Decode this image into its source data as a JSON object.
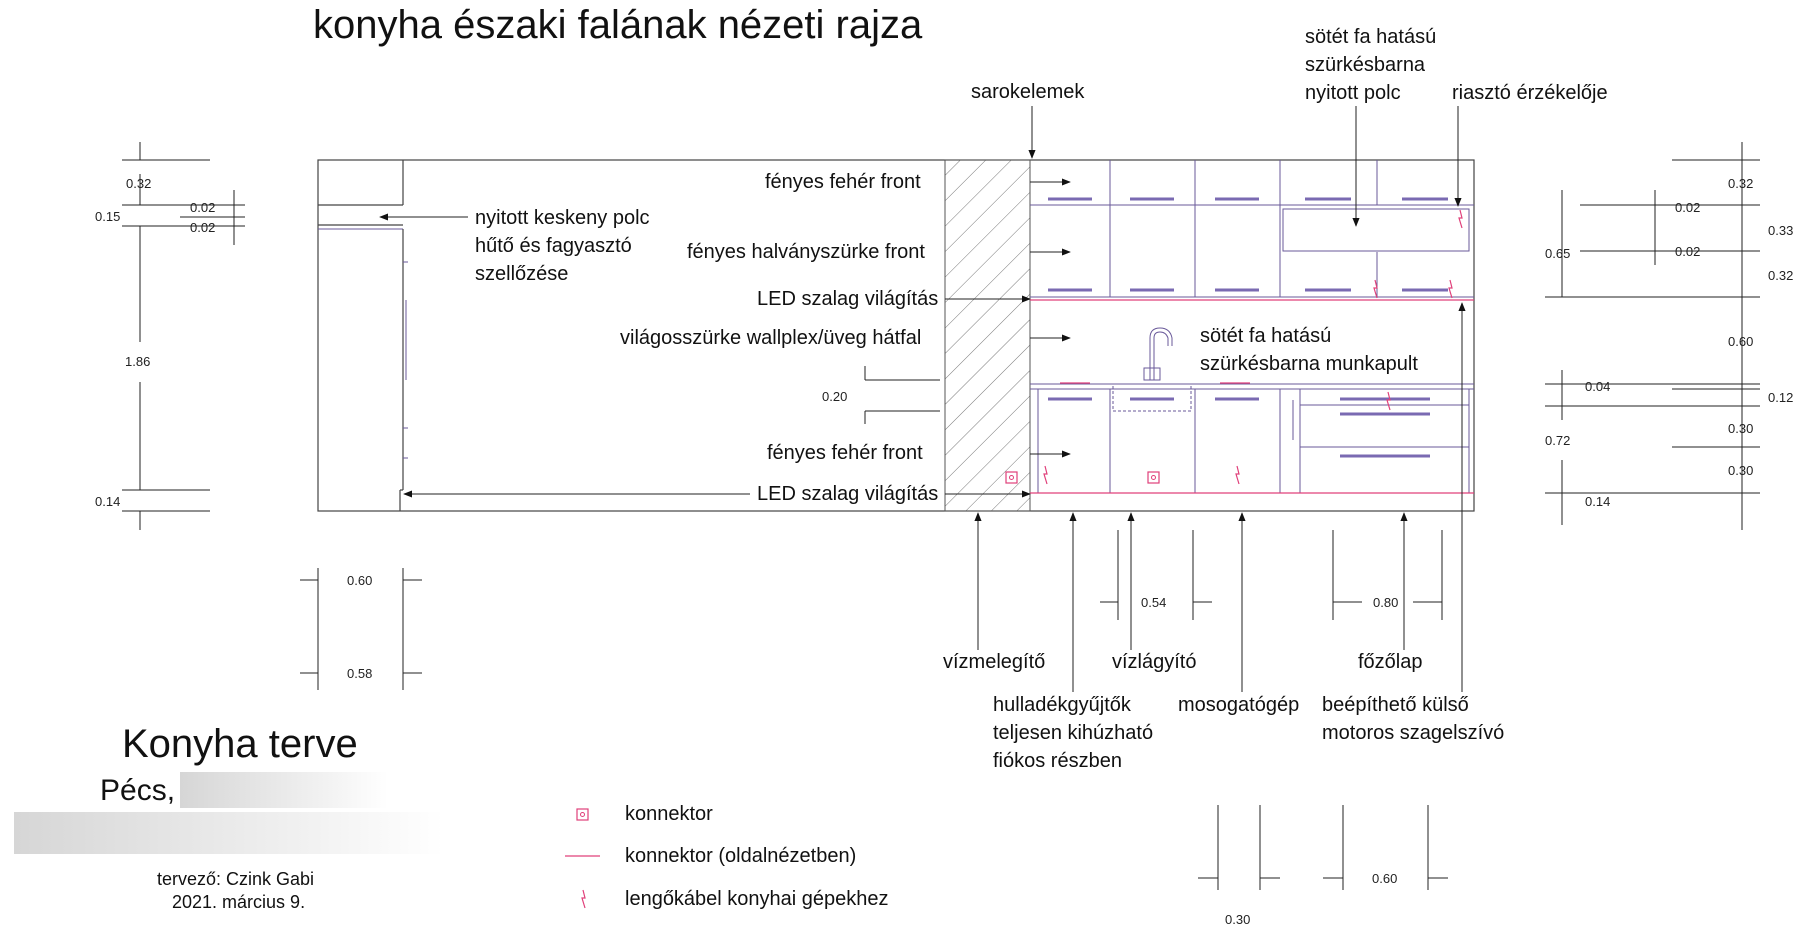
{
  "drawing": {
    "title": "konyha északi falának nézeti rajza",
    "labels": {
      "sarokelemek": "sarokelemek",
      "shelf1": "sötét fa hatású",
      "shelf2": "szürkésbarna",
      "shelf3": "nyitott polc",
      "alarm": "riasztó érzékelője",
      "front_white_top": "fényes fehér front",
      "narrow1": "nyitott keskeny polc",
      "narrow2": "hűtő és fagyasztó",
      "narrow3": "szellőzése",
      "front_grey": "fényes halványszürke front",
      "led_top": "LED szalag világítás",
      "wallplex": "világosszürke wallplex/üveg hátfal",
      "counter1": "sötét fa hatású",
      "counter2": "szürkésbarna munkapult",
      "front_white_bottom": "fényes fehér front",
      "led_bottom": "LED szalag világítás",
      "boiler": "vízmelegítő",
      "softener": "vízlágyító",
      "hob": "főzőlap",
      "waste1": "hulladékgyűjtők",
      "waste2": "teljesen kihúzható",
      "waste3": "fiókos részben",
      "dishwasher": "mosogatógép",
      "hood1": "beépíthető külső",
      "hood2": "motoros szagelszívó"
    },
    "dims": {
      "l_032": "0.32",
      "l_015": "0.15",
      "l_002a": "0.02",
      "l_002b": "0.02",
      "l_186": "1.86",
      "l_014": "0.14",
      "l_020": "0.20",
      "w_060": "0.60",
      "w_058": "0.58",
      "w_054": "0.54",
      "w_080": "0.80",
      "r_032a": "0.32",
      "r_002a": "0.02",
      "r_033": "0.33",
      "r_065": "0.65",
      "r_002b": "0.02",
      "r_032b": "0.32",
      "r_060": "0.60",
      "r_004": "0.04",
      "r_012": "0.12",
      "r_072": "0.72",
      "r_030a": "0.30",
      "r_030b": "0.30",
      "r_014": "0.14",
      "b_030": "0.30",
      "b_060": "0.60"
    }
  },
  "legend": {
    "connector": "konnektor",
    "connector_side": "konnektor (oldalnézetben)",
    "cable": "lengőkábel konyhai gépekhez"
  },
  "titleblock": {
    "title": "Konyha terve",
    "city": "Pécs,",
    "designer": "tervező: Czink Gabi",
    "date": "2021. március 9."
  },
  "colors": {
    "cabinet_line": "#6a5a9a",
    "connector": "#e0407a"
  }
}
